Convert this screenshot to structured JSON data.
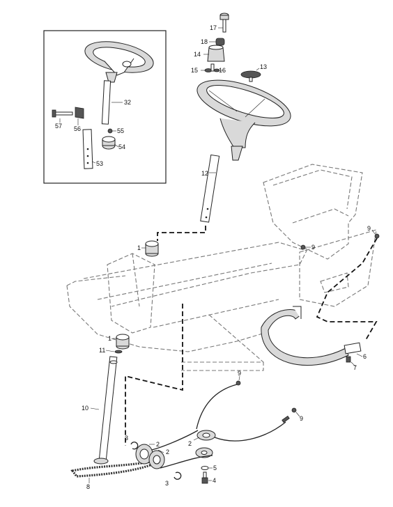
{
  "diagram": {
    "callouts": {
      "c17": "17",
      "c18": "18",
      "c14": "14",
      "c15": "15",
      "c16": "16",
      "c13": "13",
      "c12": "12",
      "c1a": "1",
      "c1b": "1",
      "c11": "11",
      "c10": "10",
      "c8": "8",
      "c9a": "9",
      "c9b": "9",
      "c9c": "9",
      "c9d": "9",
      "c2a": "2",
      "c2b": "2",
      "c2c": "2",
      "c3a": "3",
      "c3b": "3",
      "c5": "5",
      "c4": "4",
      "c6": "6",
      "c7": "7",
      "c32": "32",
      "c57": "57",
      "c56": "56",
      "c55": "55",
      "c54": "54",
      "c53": "53"
    }
  }
}
